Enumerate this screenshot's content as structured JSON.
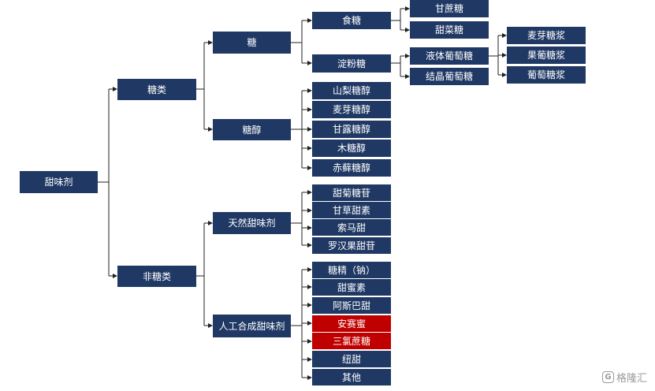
{
  "root": "甜味剂",
  "sugars": "糖类",
  "nonsugars": "非糖类",
  "sugar": "糖",
  "sugar_alcohol": "糖醇",
  "table_sugar": "食糖",
  "starch_sugar": "淀粉糖",
  "cane": "甘蔗糖",
  "beet": "甜菜糖",
  "liquid_glucose": "液体葡萄糖",
  "crystal_glucose": "结晶葡萄糖",
  "maltose_syrup": "麦芽糖浆",
  "fructose_syrup": "果葡糖浆",
  "glucose_syrup": "葡萄糖浆",
  "sorbitol": "山梨糖醇",
  "maltitol": "麦芽糖醇",
  "mannitol": "甘露糖醇",
  "xylitol": "木糖醇",
  "erythritol": "赤藓糖醇",
  "natural": "天然甜味剂",
  "synthetic": "人工合成甜味剂",
  "stevioside": "甜菊糖苷",
  "glycyrrhizin": "甘草甜素",
  "thaumatin": "索马甜",
  "mogroside": "罗汉果甜苷",
  "saccharin": "糖精（钠）",
  "cyclamate": "甜蜜素",
  "aspartame": "阿斯巴甜",
  "acesulfame": "安赛蜜",
  "sucralose": "三氯蔗糖",
  "neotame": "纽甜",
  "others": "其他",
  "watermark": "格隆汇",
  "highlight_color": "#c00000",
  "node_color": "#1f3864"
}
